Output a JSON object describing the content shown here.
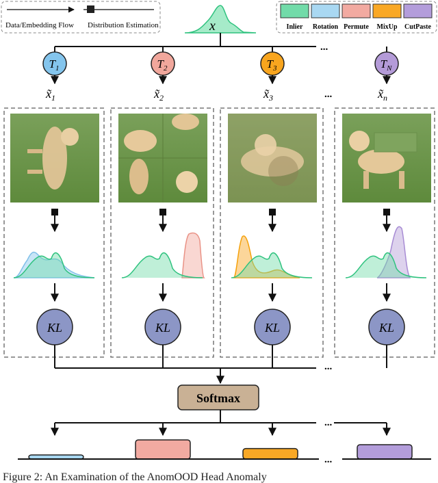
{
  "legend_flow": {
    "data_flow_label": "Data/Embedding Flow",
    "distribution_label": "Distribution Estimation"
  },
  "legend_colors": {
    "items": [
      {
        "label": "Inlier",
        "color": "#72dba9"
      },
      {
        "label": "Rotation",
        "color": "#a9d8f2"
      },
      {
        "label": "Permute",
        "color": "#f2aaa1"
      },
      {
        "label": "MixUp",
        "color": "#f9a825"
      },
      {
        "label": "CutPaste",
        "color": "#b39ddb"
      }
    ]
  },
  "input": {
    "label": "x"
  },
  "transforms": [
    {
      "label": "T",
      "sub": "1",
      "out": "x̃",
      "out_sub": "1",
      "color": "#84c5ed"
    },
    {
      "label": "T",
      "sub": "2",
      "out": "x̃",
      "out_sub": "2",
      "color": "#f1a79c"
    },
    {
      "label": "T",
      "sub": "3",
      "out": "x̃",
      "out_sub": "3",
      "color": "#f8a51e"
    },
    {
      "label": "T",
      "sub": "N",
      "out": "x̃",
      "out_sub": "n",
      "color": "#b49bd8"
    }
  ],
  "ellipsis": "...",
  "kl_label": "KL",
  "softmax_label": "Softmax",
  "output_bars": [
    {
      "color": "#a9d8f2",
      "level": 0.15
    },
    {
      "color": "#f2aaa1",
      "level": 1.0
    },
    {
      "color": "#f9a825",
      "level": 0.55
    },
    {
      "color": "#b39ddb",
      "level": 0.75
    }
  ],
  "caption_text": "Figure 2: An Examination of the AnomOOD Head Anomaly"
}
